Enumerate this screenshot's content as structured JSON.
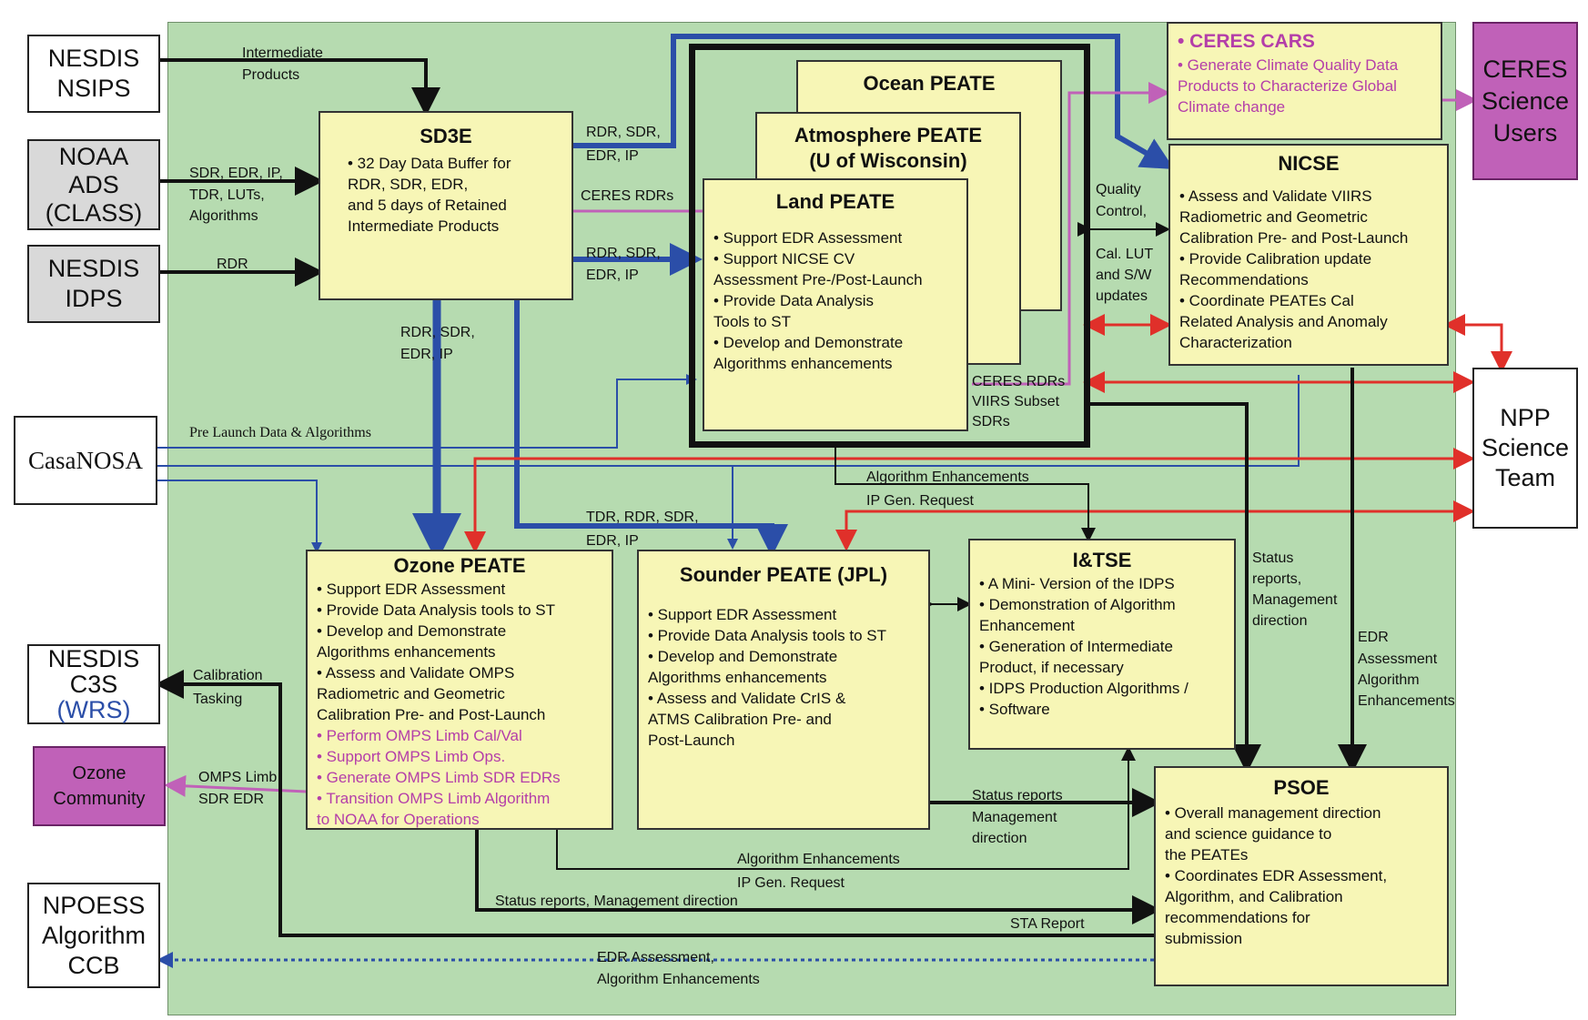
{
  "external": {
    "nesdis_nsips": "NESDIS NSIPS",
    "noaa_ads_1": "NOAA",
    "noaa_ads_2": "ADS",
    "noaa_ads_3": "(CLASS)",
    "nesdis_idps": "NESDIS IDPS",
    "casanosa": "CasaNOSA",
    "nesdis_c3s": "NESDIS C3S",
    "wrs": "(WRS)",
    "ozone_community": "Ozone Community",
    "npoess_ccb": "NPOESS Algorithm CCB",
    "ceres_users": "CERES Science Users",
    "npp_team": "NPP Science Team"
  },
  "sd3e": {
    "title": "SD3E",
    "lines": [
      "• 32 Day Data Buffer for",
      "RDR, SDR, EDR,",
      "and 5 days of  Retained",
      "Intermediate Products"
    ]
  },
  "ocean": {
    "title": "Ocean PEATE"
  },
  "atmosphere": {
    "title1": "Atmosphere PEATE",
    "title2": "(U of Wisconsin)"
  },
  "land": {
    "title": "Land PEATE",
    "lines": [
      "• Support EDR Assessment",
      "• Support NICSE CV",
      "Assessment Pre-/Post-Launch",
      "• Provide Data Analysis",
      "Tools to ST",
      "• Develop and Demonstrate",
      "Algorithms enhancements"
    ]
  },
  "ceres_cars": {
    "title": "• CERES  CARS",
    "lines": [
      "• Generate Climate Quality Data",
      "Products to Characterize Global",
      "Climate change"
    ]
  },
  "nicse": {
    "title": "NICSE",
    "lines": [
      "• Assess and Validate VIIRS",
      "Radiometric and Geometric",
      "Calibration Pre- and Post-Launch",
      "• Provide Calibration update",
      "Recommendations",
      "• Coordinate PEATEs Cal",
      "Related Analysis and Anomaly",
      "Characterization"
    ]
  },
  "ozone": {
    "title": "Ozone PEATE",
    "lines": [
      "• Support EDR Assessment",
      "• Provide Data Analysis tools to ST",
      "• Develop and Demonstrate",
      "Algorithms enhancements",
      "• Assess and Validate OMPS",
      "Radiometric and Geometric",
      "Calibration Pre- and Post-Launch"
    ],
    "pink_lines": [
      "• Perform OMPS Limb Cal/Val",
      "• Support OMPS Limb Ops.",
      "• Generate OMPS Limb SDR EDRs",
      "• Transition OMPS Limb Algorithm",
      "to NOAA for Operations"
    ]
  },
  "sounder": {
    "title": "Sounder PEATE (JPL)",
    "lines": [
      "• Support EDR Assessment",
      "• Provide Data Analysis tools to ST",
      "• Develop and Demonstrate",
      "Algorithms enhancements",
      "• Assess and Validate CrIS &",
      "ATMS Calibration Pre- and",
      "Post-Launch"
    ]
  },
  "itse": {
    "title": "I&TSE",
    "lines": [
      "• A Mini- Version of the IDPS",
      "• Demonstration of Algorithm",
      "Enhancement",
      "• Generation of Intermediate",
      "Product, if necessary",
      "• IDPS Production Algorithms /",
      "• Software"
    ]
  },
  "psoe": {
    "title": "PSOE",
    "lines": [
      "• Overall management direction",
      "and science guidance to",
      "the PEATEs",
      "• Coordinates EDR Assessment,",
      "Algorithm, and Calibration",
      "recommendations for",
      "submission"
    ]
  },
  "labels": {
    "intermediate": "Intermediate",
    "products": "Products",
    "sdr_edr_ip": "SDR, EDR, IP,",
    "tdr_luts": "TDR, LUTs,",
    "algorithms": "Algorithms",
    "rdr": "RDR",
    "rdr_sdr_1": "RDR, SDR,",
    "edr_ip_1": "EDR, IP",
    "ceres_rdrs": "CERES RDRs",
    "rdr_sdr_2": "RDR, SDR,",
    "edr_ip_2": "EDR, IP",
    "rdr_sdr_3": "RDR, SDR,",
    "edr_ip_3": "EDR, IP",
    "prelaunch": "Pre Launch Data & Algorithms",
    "quality": "Quality",
    "control": "Control,",
    "cal_lut": "Cal. LUT",
    "and_sw": "and S/W",
    "updates": "updates",
    "ceres_rdrs2": "CERES RDRs",
    "viirs_subset": "VIIRS Subset",
    "sdrs": "SDRs",
    "alg_enh_top": "Algorithm Enhancements",
    "ip_gen_top": "IP Gen. Request",
    "tdr_rdr_sdr": "TDR, RDR, SDR,",
    "edr_ip_4": "EDR, IP",
    "status_reports_1": "Status",
    "status_reports_2": "reports,",
    "status_reports_3": "Management",
    "status_reports_4": "direction",
    "edr_assess_1": "EDR",
    "edr_assess_2": "Assessment",
    "edr_assess_3": "Algorithm",
    "edr_assess_4": "Enhancements",
    "cal_tasking_1": "Calibration",
    "cal_tasking_2": "Tasking",
    "omps_limb_1": "OMPS Limb",
    "omps_limb_2": "SDR EDR",
    "status_mid_1": "Status reports",
    "status_mid_2": "Management",
    "status_mid_3": "direction",
    "alg_enh_bottom": "Algorithm Enhancements",
    "ip_gen_bottom": "IP Gen. Request",
    "status_bottom": "Status reports, Management direction",
    "sta_report": "STA Report",
    "edr_assess_bottom_1": "EDR Assessment,",
    "edr_assess_bottom_2": "Algorithm Enhancements"
  },
  "colors": {
    "background": "#b6dbb0",
    "box": "#f7f6b6",
    "blue": "#2b4ea8",
    "red": "#e0302a",
    "pink": "#c061b8"
  }
}
